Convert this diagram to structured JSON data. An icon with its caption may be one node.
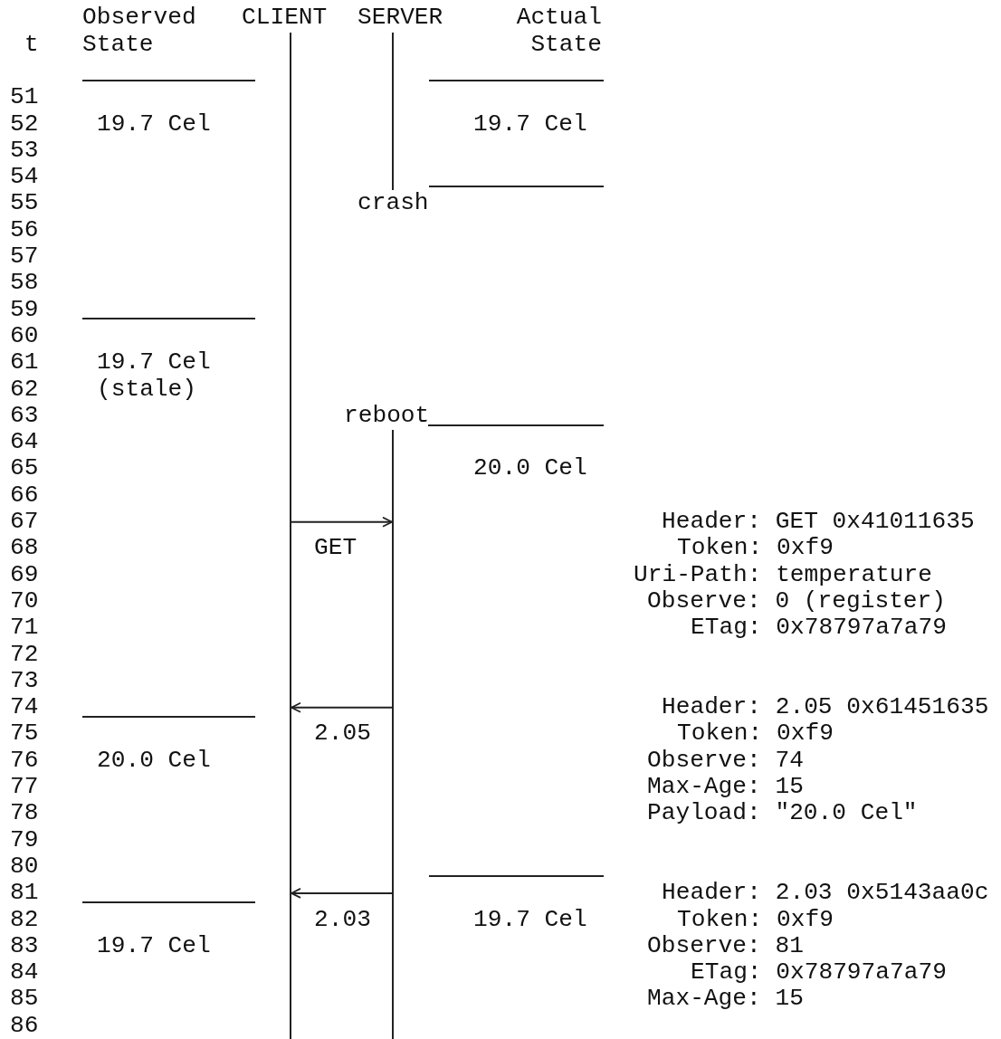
{
  "diagram": {
    "nodes": [
      {
        "text": [],
        "shape": "bar"
      },
      {
        "text": [],
        "shape": "bar"
      },
      {
        "text": [],
        "shape": "bar"
      }
    ],
    "edges": [
      {
        "from": 0,
        "to": 2,
        "arrow": "to",
        "label": "GET"
      },
      {
        "from": 2,
        "to": 0,
        "arrow": "to",
        "label": "2.05"
      },
      {
        "from": 2,
        "to": 0,
        "arrow": "to",
        "label": "2.03"
      }
    ],
    "labels": [
      "Observed State",
      "CLIENT",
      "SERVER",
      "Actual State",
      "t",
      "51",
      "52",
      "19.7 Cel",
      "19.7 Cel",
      "53",
      "54",
      "55",
      "crash",
      "56",
      "57",
      "58",
      "59",
      "60",
      "61",
      "19.7 Cel",
      "62",
      "(stale)",
      "63",
      "reboot",
      "64",
      "65",
      "20.0 Cel",
      "66",
      "67",
      "Header: GET 0x41011635",
      "68",
      "Token: 0xf9",
      "69",
      "Uri-Path: temperature",
      "70",
      "Observe: 0 (register)",
      "71",
      "ETag: 0x78797a7a79",
      "72",
      "73",
      "74",
      "Header: 2.05 0x61451635",
      "75",
      "Token: 0xf9",
      "76",
      "20.0 Cel",
      "Observe: 74",
      "77",
      "Max-Age: 15",
      "78",
      "Payload: \"20.0 Cel\"",
      "79",
      "80",
      "81",
      "Header: 2.03 0x5143aa0c",
      "82",
      "19.7 Cel",
      "Token: 0xf9",
      "83",
      "19.7 Cel",
      "Observe: 81",
      "84",
      "ETag: 0x78797a7a79",
      "85",
      "Max-Age: 15",
      "86"
    ]
  }
}
